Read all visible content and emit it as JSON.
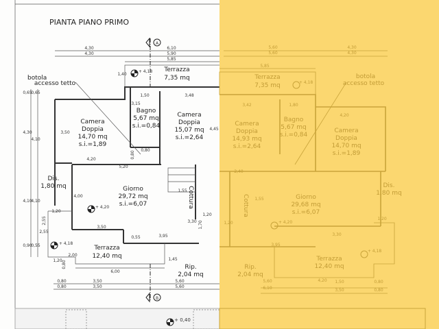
{
  "title": "PIANTA PIANO PRIMO",
  "colors": {
    "overlay": "#fbd770",
    "ink": "#333333",
    "overlay_ink": "#c9a43a"
  },
  "section_markers": {
    "top": "A",
    "bottom": "B"
  },
  "left_plan": {
    "dims_top": [
      "4,30",
      "4,30",
      "6,10",
      "5,90",
      "5,85"
    ],
    "dims_bottom": [
      "0,80",
      "3,50",
      "5,60",
      "0,80",
      "3,50",
      "5,60",
      "6,00"
    ],
    "dims_side": [
      "4,30",
      "4,10",
      "4,10",
      "4,10",
      "0,65",
      "0,65",
      "2,55",
      "0,90",
      "0,55"
    ],
    "inner_dims": [
      "1,40",
      "1,50",
      "3,48",
      "3,15",
      "4,45",
      "3,50",
      "4,20",
      "0,80",
      "0,80",
      "5,20",
      "4,00",
      "1,55",
      "1,20",
      "1,20",
      "3,50",
      "0,55",
      "3,95",
      "3,30",
      "1,70",
      "1,20",
      "2,00",
      "0,80",
      "1,45",
      "2,55"
    ],
    "levels": [
      "+ 4,18",
      "+ 4,20",
      "+ 4,18",
      "+ 0,40"
    ],
    "botola": {
      "line1": "botola",
      "line2": "accesso tetto"
    },
    "rooms": [
      {
        "name": "Terrazza",
        "area": "7,35 mq",
        "si": ""
      },
      {
        "name": "Camera",
        "name2": "Doppia",
        "area": "14,70 mq",
        "si": "s.i.=1,89"
      },
      {
        "name": "Bagno",
        "area": "5,67 mq",
        "si": "s.i.=0,84"
      },
      {
        "name": "Camera",
        "name2": "Doppia",
        "area": "15,07 mq",
        "si": "s.i.=2,64"
      },
      {
        "name": "Dis.",
        "area": "1,80 mq",
        "si": ""
      },
      {
        "name": "Giorno",
        "area": "29,72 mq",
        "si": "s.i.=6,07"
      },
      {
        "name": "Cottura",
        "area": "",
        "si": ""
      },
      {
        "name": "Terrazza",
        "area": "12,40 mq",
        "si": ""
      },
      {
        "name": "Rip.",
        "area": "2,04 mq",
        "si": ""
      }
    ]
  },
  "right_plan": {
    "dims_top": [
      "5,60",
      "5,60",
      "4,30",
      "4,30",
      "5,85"
    ],
    "dims_bottom": [
      "5,60",
      "6,10",
      "4,20",
      "1,50",
      "3,50",
      "0,80",
      "0,80"
    ],
    "inner_dims": [
      "3,42",
      "1,80",
      "4,20",
      "2,40",
      "1,55",
      "1,20",
      "3,95",
      "3,30",
      "1,20"
    ],
    "levels": [
      "+ 4,18",
      "+ 4,20",
      "+ 4,18"
    ],
    "botola": {
      "line1": "botola",
      "line2": "accesso tetto"
    },
    "rooms": [
      {
        "name": "Terrazza",
        "area": "7,35 mq"
      },
      {
        "name": "Camera",
        "name2": "Doppia",
        "area": "14,93 mq",
        "si": "s.i.=2,64"
      },
      {
        "name": "Bagno",
        "area": "5,67 mq",
        "si": "s.i.=0,84"
      },
      {
        "name": "Camera",
        "name2": "Doppia",
        "area": "14,70 mq",
        "si": "s.i.=1,89"
      },
      {
        "name": "Dis.",
        "area": "1,80 mq"
      },
      {
        "name": "Giorno",
        "area": "29,68 mq",
        "si": "s.i.=6,07"
      },
      {
        "name": "Cottura"
      },
      {
        "name": "Terrazza",
        "area": "12,40 mq"
      },
      {
        "name": "Rip.",
        "area": "2,04 mq"
      }
    ]
  }
}
